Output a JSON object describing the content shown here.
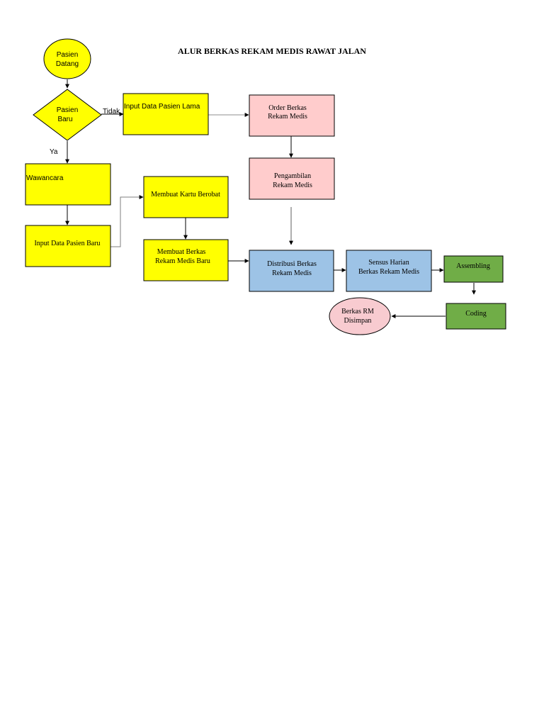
{
  "title": "ALUR BERKAS REKAM MEDIS RAWAT JALAN",
  "colors": {
    "yellow": "#ffff00",
    "pink": "#ffcccc",
    "blue": "#9dc3e6",
    "green": "#70ad47",
    "rose": "#f8cbd0",
    "stroke": "#000000",
    "connector": "#7f7f7f"
  },
  "nodes": {
    "start": {
      "line1": "Pasien",
      "line2": "Datang"
    },
    "decision": {
      "line1": "Pasien",
      "line2": "Baru"
    },
    "input_lama": {
      "line1": "Input Data Pasien Lama"
    },
    "order": {
      "line1": "Order Berkas",
      "line2": "Rekam Medis"
    },
    "pengambilan": {
      "line1": "Pengambilan",
      "line2": "Rekam Medis"
    },
    "wawancara": {
      "line1": "Wawancara"
    },
    "input_baru": {
      "line1": "Input Data Pasien Baru"
    },
    "kartu": {
      "line1": "Membuat Kartu Berobat"
    },
    "berkas_baru": {
      "line1": "Membuat Berkas",
      "line2": "Rekam Medis   Baru"
    },
    "distribusi": {
      "line1": "Distribusi  Berkas",
      "line2": "Rekam Medis"
    },
    "sensus": {
      "line1": "Sensus Harian",
      "line2": "Berkas Rekam Medis"
    },
    "assembling": {
      "line1": "Assembling"
    },
    "coding": {
      "line1": "Coding"
    },
    "end": {
      "line1": "Berkas RM",
      "line2": "Disimpan"
    }
  },
  "edge_labels": {
    "tidak": "Tidak",
    "ya": "Ya"
  }
}
